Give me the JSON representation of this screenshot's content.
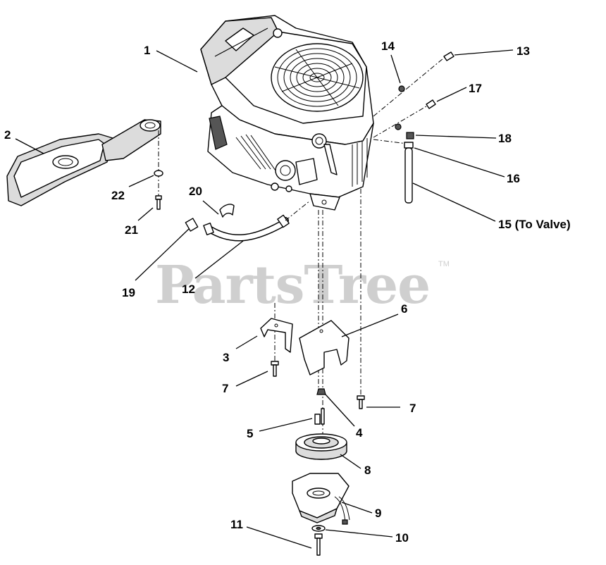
{
  "watermark": {
    "text": "PartsTree",
    "trademark": "TM"
  },
  "callouts": [
    {
      "id": "1",
      "text": "1"
    },
    {
      "id": "2",
      "text": "2"
    },
    {
      "id": "3",
      "text": "3"
    },
    {
      "id": "4",
      "text": "4"
    },
    {
      "id": "5",
      "text": "5"
    },
    {
      "id": "6",
      "text": "6"
    },
    {
      "id": "7a",
      "text": "7"
    },
    {
      "id": "7b",
      "text": "7"
    },
    {
      "id": "8",
      "text": "8"
    },
    {
      "id": "9",
      "text": "9"
    },
    {
      "id": "10",
      "text": "10"
    },
    {
      "id": "11",
      "text": "11"
    },
    {
      "id": "12",
      "text": "12"
    },
    {
      "id": "13",
      "text": "13"
    },
    {
      "id": "14",
      "text": "14"
    },
    {
      "id": "15",
      "text": "15 (To Valve)"
    },
    {
      "id": "16",
      "text": "16"
    },
    {
      "id": "17",
      "text": "17"
    },
    {
      "id": "18",
      "text": "18"
    },
    {
      "id": "19",
      "text": "19"
    },
    {
      "id": "20",
      "text": "20"
    },
    {
      "id": "21",
      "text": "21"
    },
    {
      "id": "22",
      "text": "22"
    }
  ]
}
